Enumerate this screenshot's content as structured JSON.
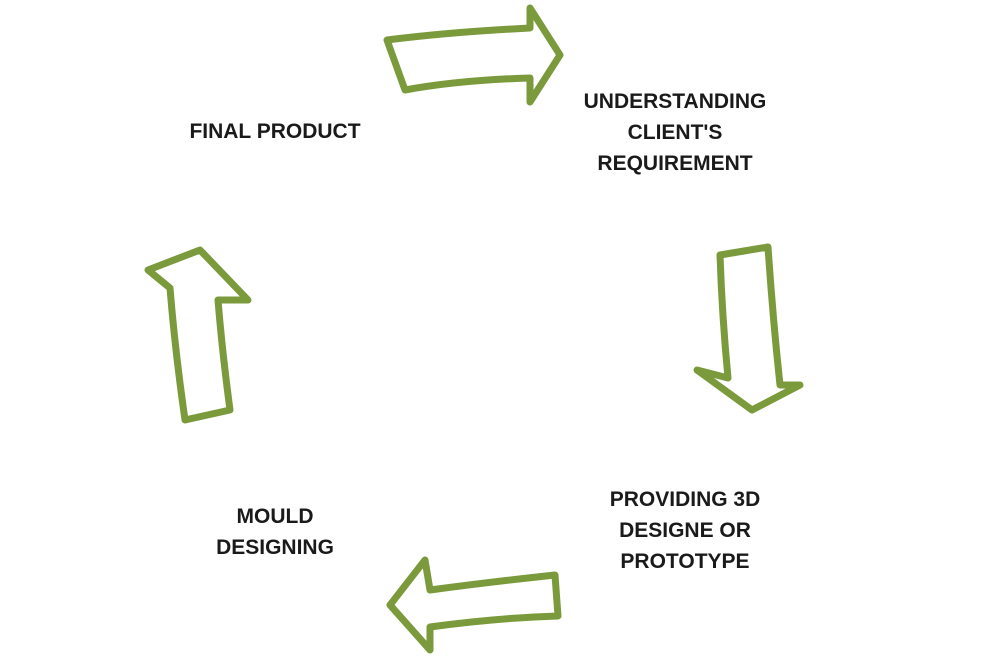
{
  "diagram": {
    "type": "cycle",
    "arrow_color": "#7a9a3c",
    "text_color": "#1a1a1a",
    "steps": [
      {
        "id": "understand",
        "lines": [
          "UNDERSTANDING",
          "CLIENT'S",
          "REQUIREMENT"
        ]
      },
      {
        "id": "providing",
        "lines": [
          "PROVIDING 3D",
          "DESIGNE OR",
          "PROTOTYPE"
        ]
      },
      {
        "id": "mould",
        "lines": [
          "MOULD",
          "DESIGNING"
        ]
      },
      {
        "id": "final",
        "lines": [
          "FINAL PRODUCT"
        ]
      }
    ],
    "arrows": [
      {
        "from": "final",
        "to": "understand"
      },
      {
        "from": "understand",
        "to": "providing"
      },
      {
        "from": "providing",
        "to": "mould"
      },
      {
        "from": "mould",
        "to": "final"
      }
    ]
  }
}
